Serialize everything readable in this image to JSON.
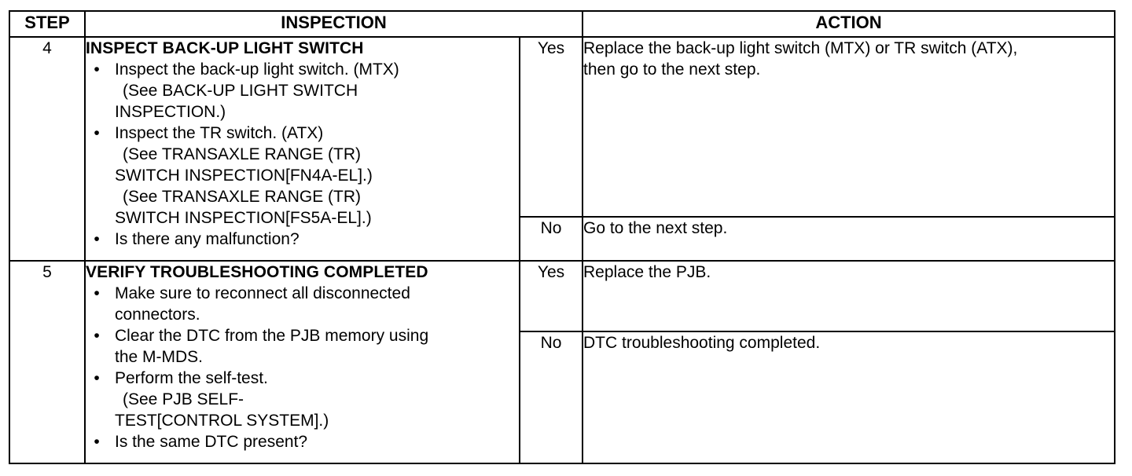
{
  "headers": {
    "step": "STEP",
    "inspection": "INSPECTION",
    "action": "ACTION"
  },
  "rows": [
    {
      "step": "4",
      "title": "INSPECT BACK-UP LIGHT SWITCH",
      "bullets": [
        {
          "lines": [
            "Inspect the back-up light switch. (MTX)",
            "(See BACK-UP LIGHT SWITCH",
            "INSPECTION.)"
          ]
        },
        {
          "lines": [
            "Inspect the TR switch. (ATX)",
            "(See TRANSAXLE RANGE (TR)",
            "SWITCH INSPECTION[FN4A-EL].)",
            "(See TRANSAXLE RANGE (TR)",
            "SWITCH INSPECTION[FS5A-EL].)"
          ]
        },
        {
          "lines": [
            "Is there any malfunction?"
          ]
        }
      ],
      "yes_label": "Yes",
      "yes_action": [
        "Replace the back-up light switch (MTX) or TR switch (ATX),",
        "then go to the next step."
      ],
      "no_label": "No",
      "no_action": [
        "Go to the next step."
      ]
    },
    {
      "step": "5",
      "title": "VERIFY TROUBLESHOOTING COMPLETED",
      "bullets": [
        {
          "lines": [
            "Make sure to reconnect all disconnected",
            "connectors."
          ]
        },
        {
          "lines": [
            "Clear the DTC from the PJB memory using",
            "the M-MDS."
          ]
        },
        {
          "lines": [
            "Perform the self-test.",
            "(See PJB SELF-",
            "TEST[CONTROL SYSTEM].)"
          ]
        },
        {
          "lines": [
            "Is the same DTC present?"
          ]
        }
      ],
      "yes_label": "Yes",
      "yes_action": [
        "Replace the PJB."
      ],
      "no_label": "No",
      "no_action": [
        "DTC troubleshooting completed."
      ]
    }
  ],
  "bullet_char": "•"
}
